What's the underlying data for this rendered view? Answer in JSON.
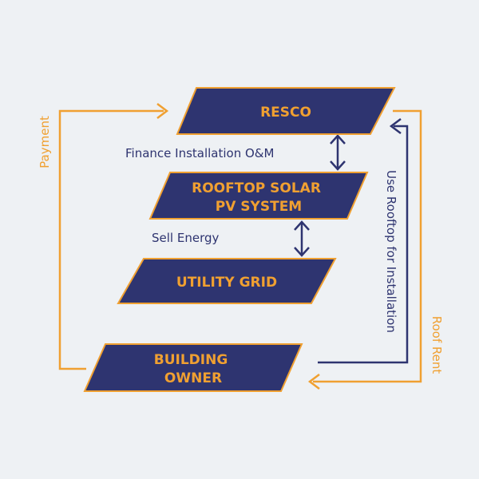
{
  "colors": {
    "background": "#eef1f4",
    "box_fill": "#2e3470",
    "box_border": "#f0a031",
    "box_text": "#f0a031",
    "navy_line": "#2e3470",
    "orange_line": "#f0a031"
  },
  "nodes": {
    "resco": {
      "lines": [
        "RESCO"
      ]
    },
    "rooftop": {
      "lines": [
        "ROOFTOP SOLAR",
        "PV SYSTEM"
      ]
    },
    "utility": {
      "lines": [
        "UTILITY GRID"
      ]
    },
    "owner": {
      "lines": [
        "BUILDING",
        "OWNER"
      ]
    }
  },
  "edges": {
    "finance": {
      "label": "Finance Installation O&M",
      "icon": "double-arrow-vertical"
    },
    "sell": {
      "label": "Sell Energy",
      "icon": "double-arrow-vertical"
    },
    "use_rooftop": {
      "label": "Use Rooftop for Installation",
      "icon": "arrow-left"
    },
    "roof_rent": {
      "label": "Roof Rent",
      "icon": "arrow-left"
    },
    "payment": {
      "label": "Payment",
      "icon": "arrow-right"
    }
  }
}
